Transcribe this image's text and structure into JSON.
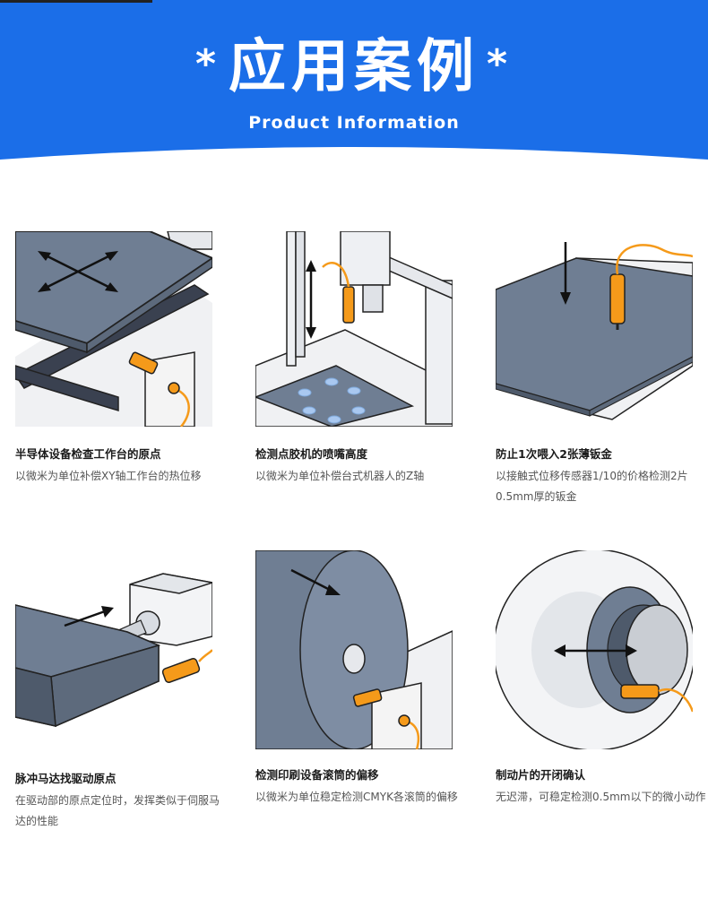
{
  "header": {
    "title": "应用案例",
    "star": "*",
    "subtitle": "Product Information"
  },
  "colors": {
    "banner_blue": "#1b6ee8",
    "plate_gray": "#6f7e93",
    "sensor_orange": "#f59a1a"
  },
  "cases": [
    {
      "title": "半导体设备检查工作台的原点",
      "desc": "以微米为单位补偿XY轴工作台的热位移"
    },
    {
      "title": "检测点胶机的喷嘴高度",
      "desc": "以微米为单位补偿台式机器人的Z轴"
    },
    {
      "title": "防止1次喂入2张薄钣金",
      "desc": "以接触式位移传感器1/10的价格检测2片0.5mm厚的钣金"
    },
    {
      "title": "脉冲马达找驱动原点",
      "desc": "在驱动部的原点定位时，发挥类似于伺服马达的性能"
    },
    {
      "title": "检测印刷设备滚筒的偏移",
      "desc": "以微米为单位稳定检测CMYK各滚筒的偏移"
    },
    {
      "title": "制动片的开闭确认",
      "desc": "无迟滞，可稳定检测0.5mm以下的微小动作"
    }
  ]
}
